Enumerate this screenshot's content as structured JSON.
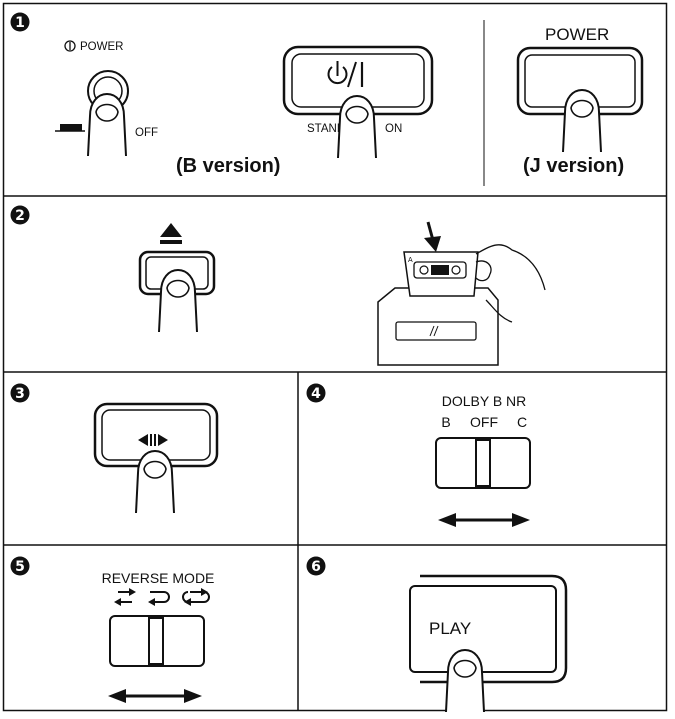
{
  "steps": {
    "step1": {
      "number": "1",
      "b_power_label": "POWER",
      "b_off_label": "OFF",
      "standby_label": "STANDBY",
      "on_label": "ON",
      "b_version": "(B version)",
      "j_power_label": "POWER",
      "j_version": "(J version)"
    },
    "step2": {
      "number": "2",
      "cassette_side": "A"
    },
    "step3": {
      "number": "3"
    },
    "step4": {
      "number": "4",
      "title": "DOLBY B NR",
      "options": [
        "B",
        "OFF",
        "C"
      ]
    },
    "step5": {
      "number": "5",
      "title": "REVERSE MODE"
    },
    "step6": {
      "number": "6",
      "button_label": "PLAY"
    }
  },
  "icons": {
    "power": "power-symbol-icon",
    "standby_on": "standby-on-icon",
    "eject": "eject-icon",
    "direction": "play-direction-icon",
    "reverse_modes": [
      "one-way-icon",
      "one-side-reverse-icon",
      "continuous-reverse-icon"
    ]
  }
}
